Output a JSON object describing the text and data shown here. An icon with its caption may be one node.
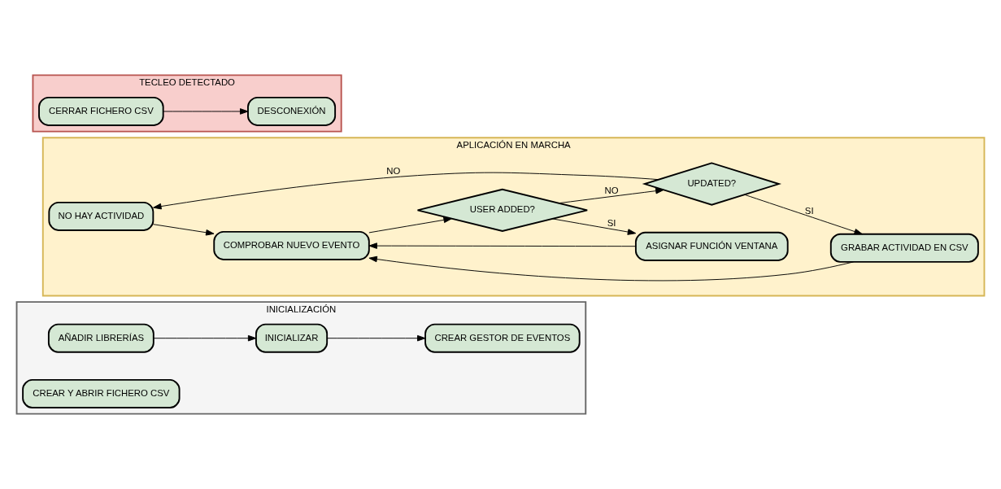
{
  "diagram": {
    "nodes": [
      {
        "text": [
          "INICIALIZACIÓN"
        ]
      },
      {
        "text": [
          "AÑADIR LIBRERÍAS"
        ],
        "in": 0
      },
      {
        "text": [
          "INICIALIZAR"
        ],
        "in": 0
      },
      {
        "text": [
          "CREAR GESTOR DE EVENTOS"
        ],
        "in": 0
      },
      {
        "text": [
          "CREAR Y ABRIR FICHERO CSV"
        ],
        "in": 0
      },
      {
        "text": [
          "APLICACIÓN EN MARCHA"
        ]
      },
      {
        "text": [
          "NO HAY ACTIVIDAD"
        ],
        "in": 5
      },
      {
        "text": [
          "ASIGNAR FUNCIÓN VENTANA"
        ],
        "in": 5
      },
      {
        "text": [
          "COMPROBAR NUEVO EVENTO"
        ],
        "in": 5
      },
      {
        "text": [
          "USER ADDED?"
        ],
        "in": 5
      },
      {
        "text": [
          "UPDATED?"
        ],
        "in": 5
      },
      {
        "text": [
          "GRABAR ACTIVIDAD EN CSV"
        ],
        "in": 5
      },
      {
        "text": [
          "TECLEO DETECTADO"
        ]
      },
      {
        "text": [
          "CERRAR FICHERO CSV"
        ],
        "in": 12
      },
      {
        "text": [
          "DESCONEXIÓN"
        ],
        "in": 12
      }
    ],
    "edges": [
      {
        "from": 1,
        "to": 2,
        "arrow": "to"
      },
      {
        "from": 2,
        "to": 3,
        "arrow": "to"
      },
      {
        "from": 6,
        "to": 8,
        "arrow": "to"
      },
      {
        "from": 7,
        "to": 8,
        "arrow": "to"
      },
      {
        "from": 8,
        "to": 9,
        "arrow": "to"
      },
      {
        "from": 9,
        "to": 7,
        "arrow": "to",
        "label": "SI"
      },
      {
        "from": 9,
        "to": 10,
        "arrow": "to",
        "label": "NO"
      },
      {
        "from": 10,
        "to": 6,
        "arrow": "to",
        "label": "NO"
      },
      {
        "from": 10,
        "to": 11,
        "arrow": "to",
        "label": "SI"
      },
      {
        "from": 11,
        "to": 8,
        "arrow": "to"
      },
      {
        "from": 13,
        "to": 14,
        "arrow": "to"
      }
    ]
  }
}
